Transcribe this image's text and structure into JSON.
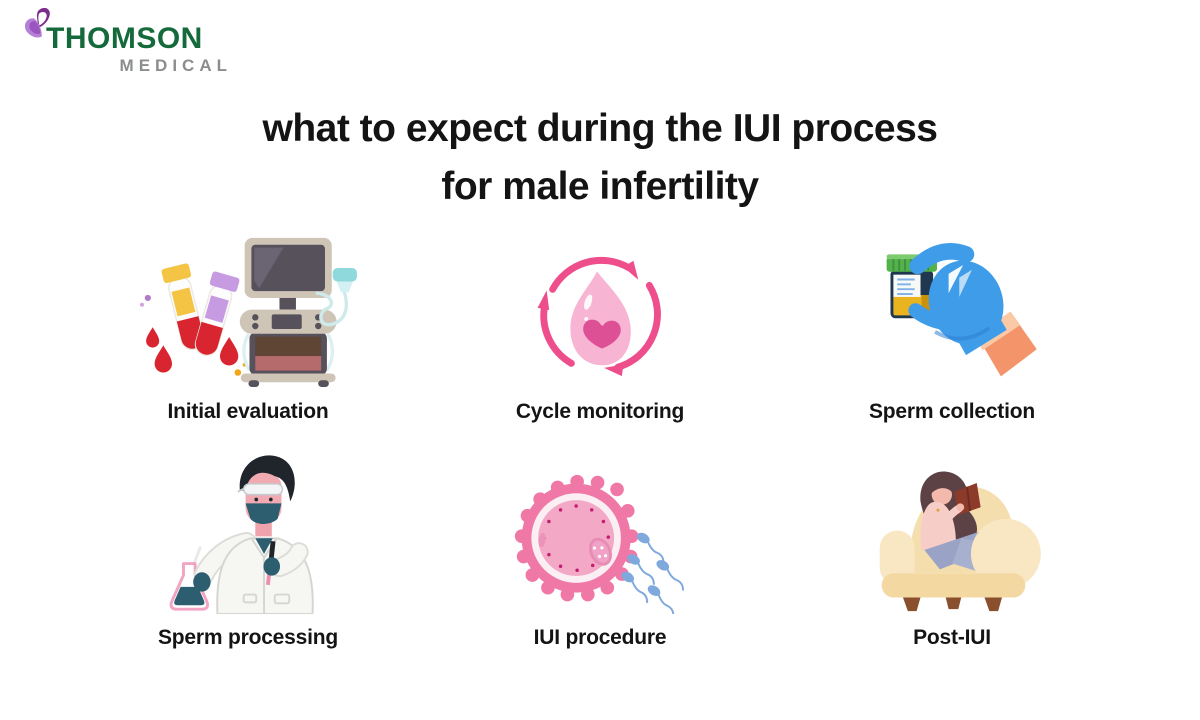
{
  "page": {
    "background": "#ffffff",
    "type": "medical-infographic"
  },
  "logo": {
    "brand": "Thomson Medical",
    "line1": "THOMSON",
    "line2": "MEDICAL",
    "icon": "butterfly-icon",
    "line1_color": "#156A3B",
    "line2_color": "#8B8D8E",
    "butterfly_dark": "#7D2E8D",
    "butterfly_light": "#B57FD5"
  },
  "title": {
    "line1": "what to expect during the IUI process",
    "line2": "for male infertility",
    "color": "#141414"
  },
  "steps": [
    {
      "label": "Initial evaluation",
      "icon": "blood-tubes-ultrasound-icon"
    },
    {
      "label": "Cycle monitoring",
      "icon": "cycle-arrows-drop-icon"
    },
    {
      "label": "Sperm collection",
      "icon": "gloved-hand-sample-cup-icon"
    },
    {
      "label": "Sperm processing",
      "icon": "lab-technician-flask-icon"
    },
    {
      "label": "IUI procedure",
      "icon": "egg-cell-with-sperm-icon"
    },
    {
      "label": "Post-IUI",
      "icon": "woman-resting-armchair-icon"
    }
  ],
  "palette": {
    "pink_accent": "#EE4E8B",
    "drop_pink": "#F8B5D3",
    "heart_pink": "#DE5096",
    "glove_blue": "#3E9CE9",
    "sperm_blue": "#7FA9DD",
    "egg_pink": "#F078A6",
    "mask_teal": "#2C5E70",
    "armchair_cream": "#F5DEAD",
    "blood_red": "#D8252F",
    "tube_yellow": "#F4C445",
    "tube_purple": "#C79BE2",
    "cup_cap_green": "#53B34A",
    "cup_liquid_yellow": "#E9B41F",
    "machine_beige": "#CFC5B7",
    "machine_gray": "#57515B",
    "probe_teal": "#8FD9DD",
    "skin_orange": "#F4946B"
  }
}
